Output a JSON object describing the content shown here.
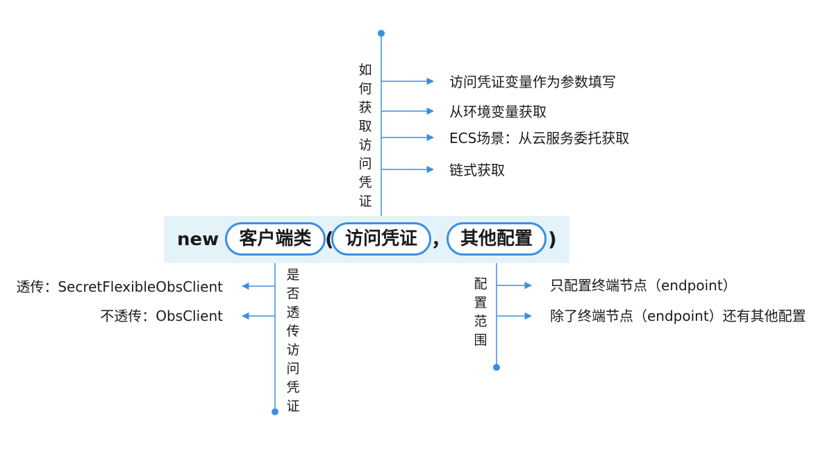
{
  "code": {
    "keyword": "new",
    "class_label": "客户端类",
    "open_paren": "(",
    "credential_label": "访问凭证",
    "comma": "，",
    "config_label": "其他配置",
    "close_paren": ")"
  },
  "top_branch": {
    "label": "如何获取访问凭证",
    "items": [
      "访问凭证变量作为参数填写",
      "从环境变量获取",
      "ECS场景：从云服务委托获取",
      "链式获取"
    ]
  },
  "left_branch": {
    "label": "是否透传访问凭证",
    "items": [
      "透传：SecretFlexibleObsClient",
      "不透传：ObsClient"
    ]
  },
  "right_branch": {
    "label": "配置范围",
    "items": [
      "只配置终端节点（endpoint）",
      "除了终端节点（endpoint）还有其他配置"
    ]
  },
  "colors": {
    "accent": "#3b8fe0",
    "highlight_bg": "#e3f3f9",
    "text": "#1a1a1a"
  }
}
